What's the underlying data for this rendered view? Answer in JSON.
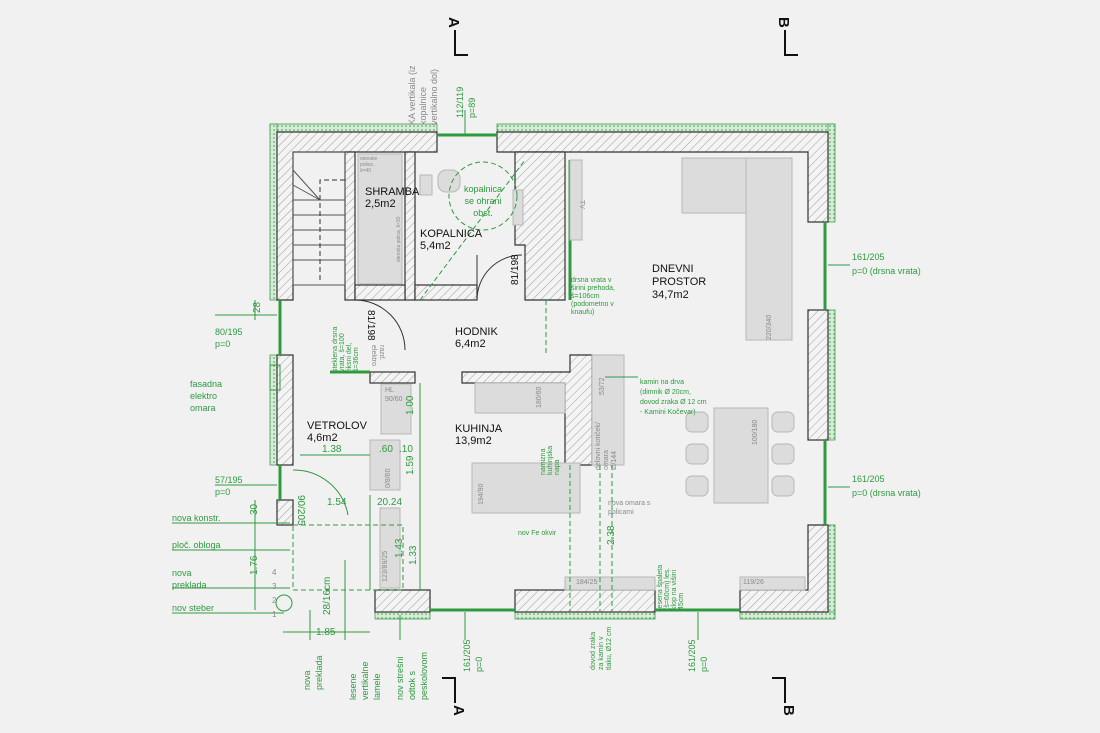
{
  "colors": {
    "accent": "#2e9a3e",
    "wall": "#333333",
    "background": "#f1f1f2",
    "furniture": "#dcdcdc"
  },
  "sections": {
    "a": "A",
    "b": "B"
  },
  "rooms": {
    "shramba": {
      "name": "SHRAMBA",
      "area": "2,5m2"
    },
    "kopalnica": {
      "name": "KOPALNICA",
      "area": "5,4m2"
    },
    "hodnik": {
      "name": "HODNIK",
      "area": "6,4m2"
    },
    "vetrolov": {
      "name": "VETROLOV",
      "area": "4,6m2"
    },
    "kuhinja": {
      "name": "KUHINJA",
      "area": "13,9m2"
    },
    "dnevni": {
      "name1": "DNEVNI",
      "name2": "PROSTOR",
      "area": "34,7m2"
    }
  },
  "openings": {
    "top_window": {
      "size": "112/119",
      "sill": "p=89"
    },
    "left_door": {
      "size": "80/195",
      "sill": "p=0"
    },
    "left_window": {
      "size": "57/195",
      "sill": "p=0"
    },
    "right_upper": {
      "size": "161/205",
      "sill": "p=0 (drsna vrata)"
    },
    "right_lower": {
      "size": "161/205",
      "sill": "p=0 (drsna vrata)"
    },
    "bottom_left": {
      "size": "161/205",
      "sill": "p=0"
    },
    "bottom_right": {
      "size": "161/205",
      "sill": "p=0"
    },
    "door_hodnik": "81/198",
    "door_bath": "81/198",
    "door_vetrolov": "90/205"
  },
  "notes": {
    "ka_vertikala": [
      "KA vertikala (iz",
      "kopalnice",
      "vertikalno dol)"
    ],
    "kopalnica_ohrani": [
      "kopalnica",
      "se ohrani",
      "obst."
    ],
    "stenske_police": [
      "stenske",
      "police,",
      "š=40"
    ],
    "stenska_polica": "stenska polica, š=30",
    "drsna_vrata": [
      "drsna vrata v",
      "širini prehoda,",
      "š=106cm",
      "(podometno v",
      "knaufu)"
    ],
    "steklena": [
      "steklena drsna",
      "vrata, š=100",
      "fiksni del,",
      "š=36cm"
    ],
    "elektro": [
      "elektro",
      "razd."
    ],
    "hl": [
      "HL",
      "90/60"
    ],
    "fasadna": [
      "fasadna",
      "elektro",
      "omara"
    ],
    "kamin": [
      "kamin na drva",
      "(dimnik Ø 20cm,",
      "dovod zraka Ø 12 cm",
      "- Kamini Kočevar)"
    ],
    "napa": [
      "namizna",
      "kuhinjska",
      "napa"
    ],
    "fe_okvir": "nov Fe okvir",
    "omara_police": [
      "nova omara s",
      "policami"
    ],
    "delovni": [
      "delovni kotiček/",
      "omara",
      "Ø/144"
    ],
    "spaleta": [
      "lesena špaleta",
      "(š=60cm) les.",
      "klop na višini",
      "45cm"
    ],
    "dovod_zraka": [
      "dovod zraka",
      "za kamin v",
      "tlaku, Ø12 cm"
    ],
    "nova_konstr": "nova konstr.",
    "ploc_obloga": "ploč. obloga",
    "nova_preklada": [
      "nova",
      "preklada"
    ],
    "nov_steber": "nov steber",
    "bottom_preklada": [
      "nova",
      "preklada"
    ],
    "lamele": [
      "lesene",
      "vertikalne",
      "lamele"
    ],
    "odtok": [
      "nov strešni",
      "odtok s",
      "peskolovom"
    ],
    "tv": "TV"
  },
  "furniture": {
    "sofa": "220/340",
    "table": "100/180",
    "counter": "180/60",
    "island": "194/90",
    "kamin": "53/72",
    "shelf1": "184/25",
    "shelf2": "119/26",
    "wardrobe": "123/89/25",
    "entry_cab": "0/8/60"
  },
  "dimensions": {
    "d28": "28",
    "d138": "1.38",
    "d60": ".60",
    "d10": ".10",
    "d100": "1.00",
    "d159": "1.59",
    "d154": "1.54",
    "d2024": "20.24",
    "d30": "30",
    "d176": "1.76",
    "d143": "1.43",
    "d133": "1.33",
    "stair": "28/16cm",
    "d185": "1.85",
    "d238": "2.38"
  },
  "stair_steps": [
    "1",
    "2",
    "3",
    "4"
  ]
}
